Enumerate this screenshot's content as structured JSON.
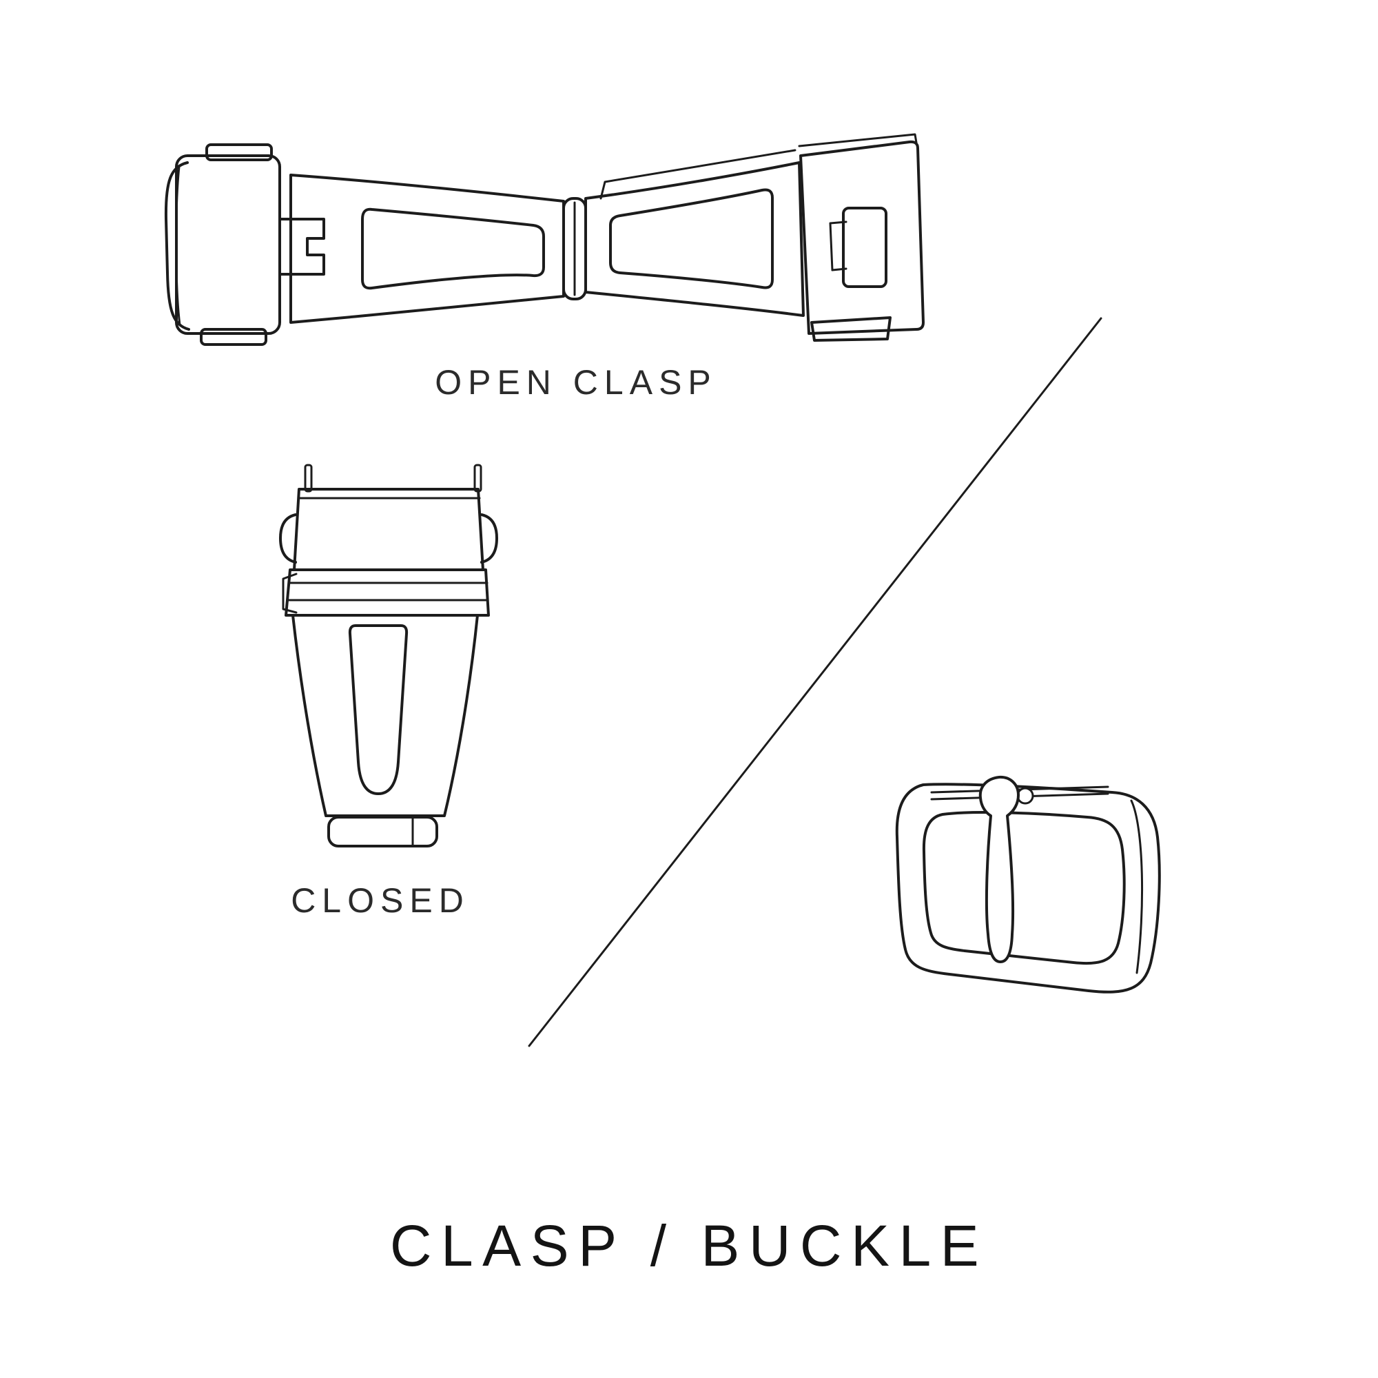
{
  "page": {
    "background_color": "#ffffff",
    "ink_color": "#1c1c1c",
    "title": "CLASP / BUCKLE"
  },
  "labels": {
    "open_clasp": "OPEN CLASP",
    "closed": "CLOSED"
  },
  "illustrations": {
    "open_clasp": "open-deployant-clasp-line-drawing",
    "closed_clasp": "closed-clasp-line-drawing",
    "buckle": "tang-buckle-line-drawing",
    "divider": "diagonal-divider-line"
  }
}
